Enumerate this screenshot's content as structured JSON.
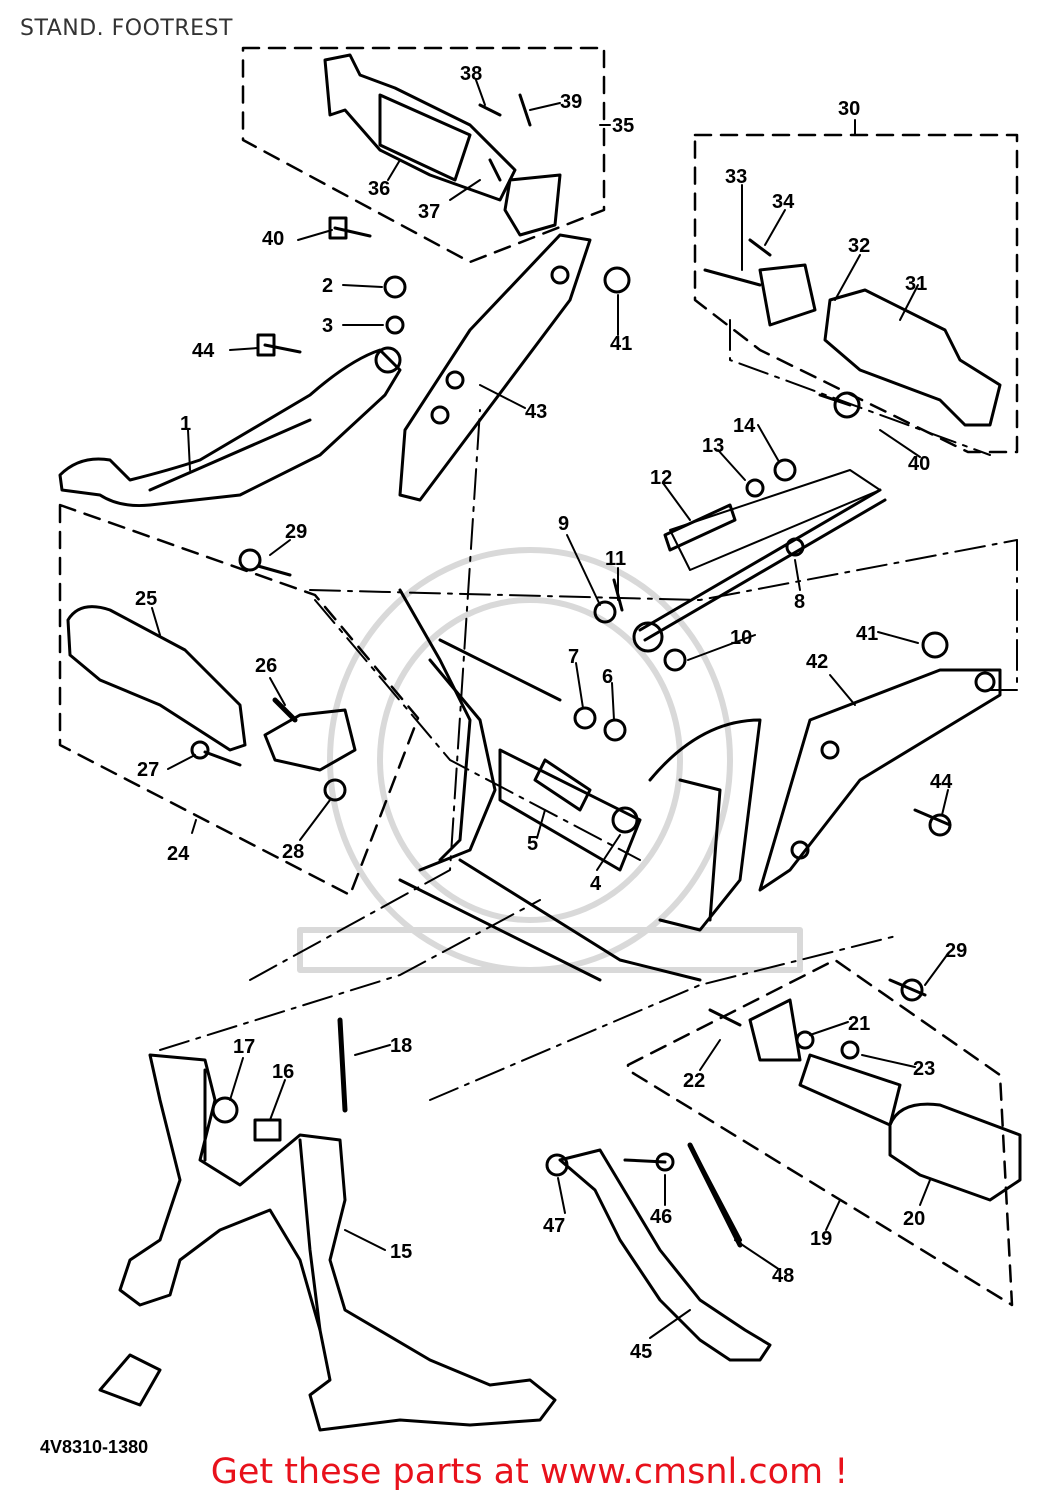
{
  "title": "STAND. FOOTREST",
  "part_code": "4V8310-1380",
  "footer": "Get these parts at www.cmsnl.com !",
  "callouts": [
    "1",
    "2",
    "3",
    "4",
    "5",
    "6",
    "7",
    "8",
    "9",
    "10",
    "11",
    "12",
    "13",
    "14",
    "15",
    "16",
    "17",
    "18",
    "19",
    "20",
    "21",
    "22",
    "23",
    "24",
    "25",
    "26",
    "27",
    "28",
    "29",
    "29",
    "30",
    "31",
    "32",
    "33",
    "34",
    "35",
    "36",
    "37",
    "38",
    "39",
    "40",
    "40",
    "41",
    "41",
    "42",
    "43",
    "44",
    "44",
    "45",
    "46",
    "47",
    "48"
  ],
  "colors": {
    "footer_text": "#e8111b",
    "line": "#000000",
    "title_text": "#333333"
  }
}
